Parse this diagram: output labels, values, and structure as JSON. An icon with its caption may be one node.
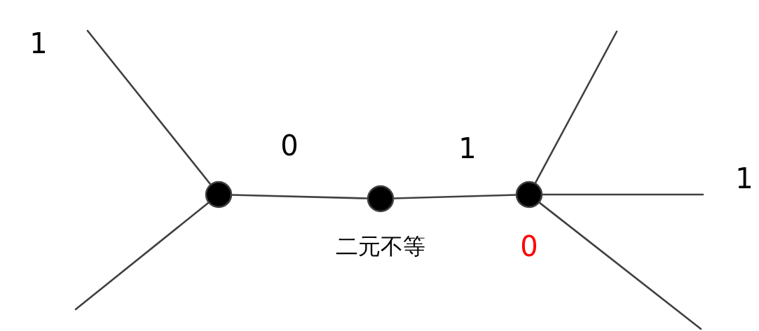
{
  "diagram": {
    "nodes": [
      {
        "text": [],
        "shape": "circle"
      },
      {
        "text": [],
        "shape": "circle",
        "beside": [
          "二元不等"
        ]
      },
      {
        "text": [],
        "shape": "circle",
        "beside": [
          "0"
        ]
      }
    ],
    "edges": [
      {
        "from": 0,
        "to": null,
        "arrow": "none",
        "label": "1"
      },
      {
        "from": 0,
        "to": null,
        "arrow": "none"
      },
      {
        "from": 0,
        "to": 1,
        "arrow": "none",
        "label": "0"
      },
      {
        "from": 1,
        "to": 2,
        "arrow": "none",
        "label": "1"
      },
      {
        "from": 2,
        "to": null,
        "arrow": "none"
      },
      {
        "from": 2,
        "to": null,
        "arrow": "none",
        "label": "1"
      },
      {
        "from": 2,
        "to": null,
        "arrow": "none"
      }
    ]
  }
}
